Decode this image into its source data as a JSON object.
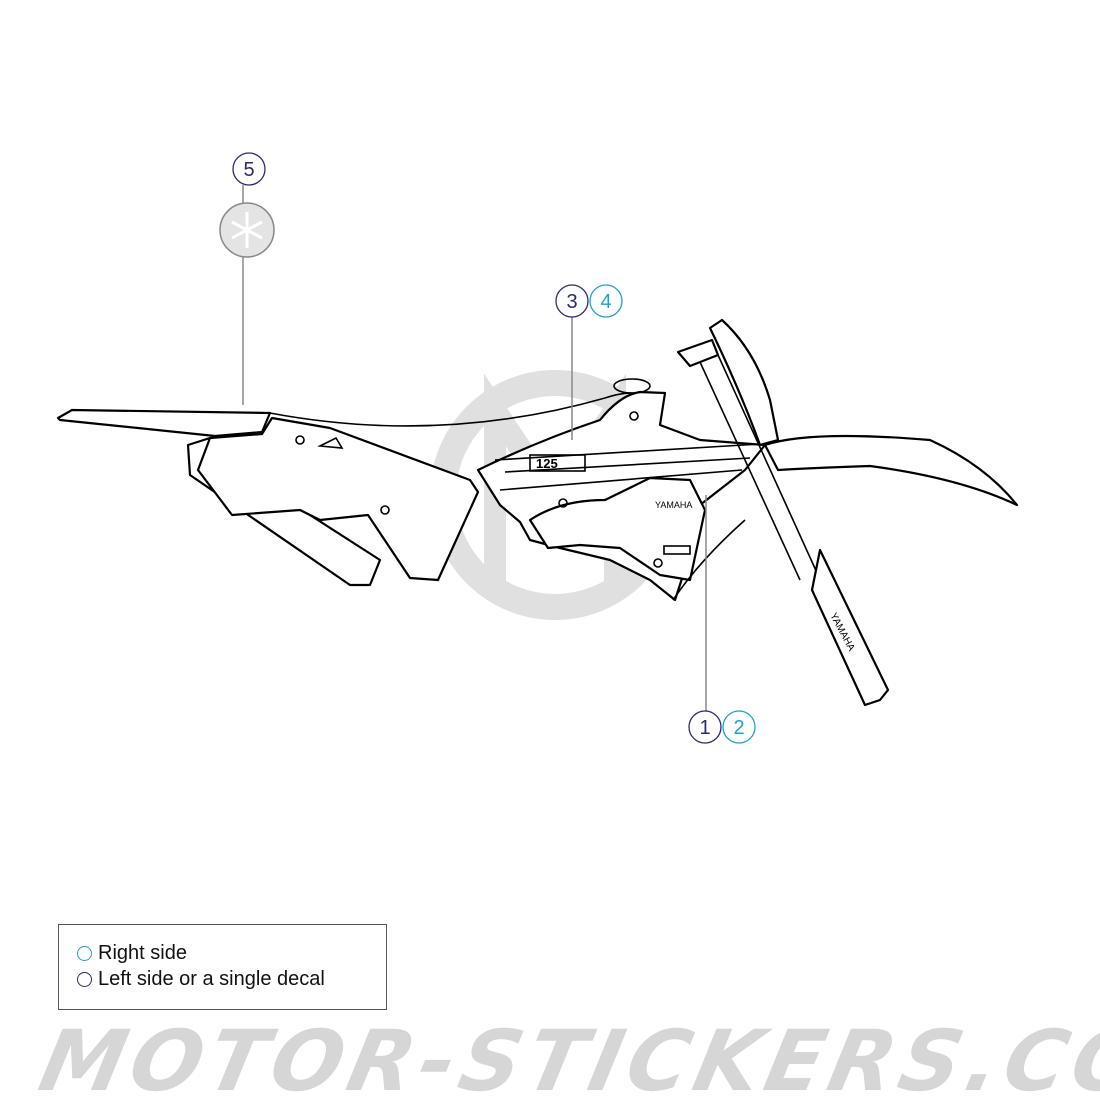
{
  "callouts": [
    {
      "number": "5",
      "side": "left"
    },
    {
      "number": "3",
      "side": "left"
    },
    {
      "number": "4",
      "side": "right"
    },
    {
      "number": "1",
      "side": "left"
    },
    {
      "number": "2",
      "side": "right"
    }
  ],
  "decal_text": {
    "tank": "125",
    "shroud": "YAMAHA",
    "fork": "YAMAHA"
  },
  "legend": {
    "right_label": "Right side",
    "left_label": "Left side or a single decal"
  },
  "watermark": "MOTOR-STICKERS.COM",
  "colors": {
    "right": "#1e9fd6",
    "left": "#2b2875",
    "watermark": "#d6d6d6"
  }
}
